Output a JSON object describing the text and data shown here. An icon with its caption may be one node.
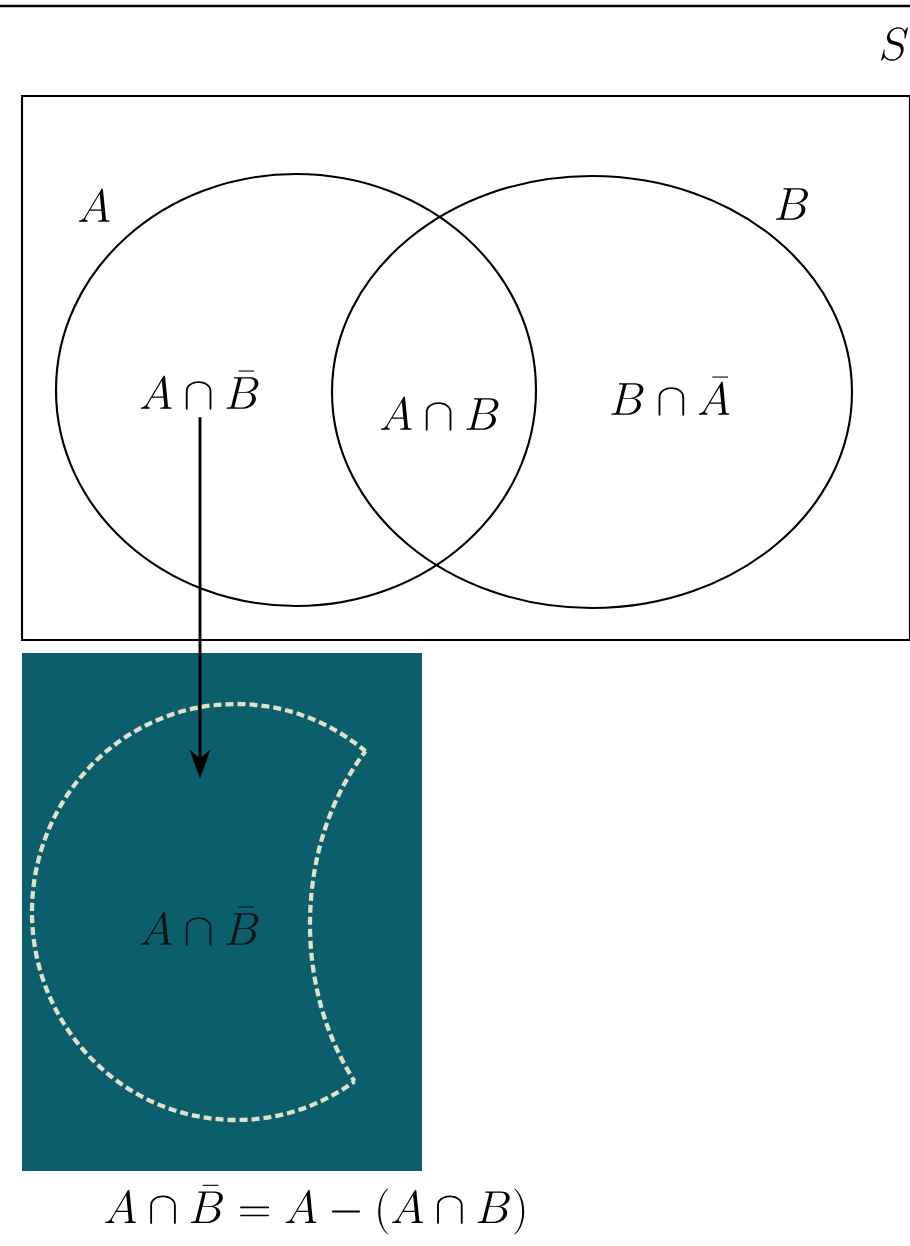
{
  "diagram": {
    "caption": "A\\cap\\bar{B}=A-(A\\cap B)",
    "nodes": [
      {
        "text": [
          "S"
        ]
      },
      {
        "text": [
          "A"
        ],
        "in": 0
      },
      {
        "text": [
          "B"
        ],
        "in": 0
      },
      {
        "text": [
          "A\\cap\\bar{B}"
        ],
        "in": 1
      },
      {
        "text": [
          "A\\cap\\bar{B}"
        ]
      }
    ],
    "edges": [
      {
        "from": 3,
        "to": 4,
        "arrow": "to"
      }
    ],
    "labels": [
      "A\\cap B",
      "B\\cap\\bar{A}"
    ]
  }
}
